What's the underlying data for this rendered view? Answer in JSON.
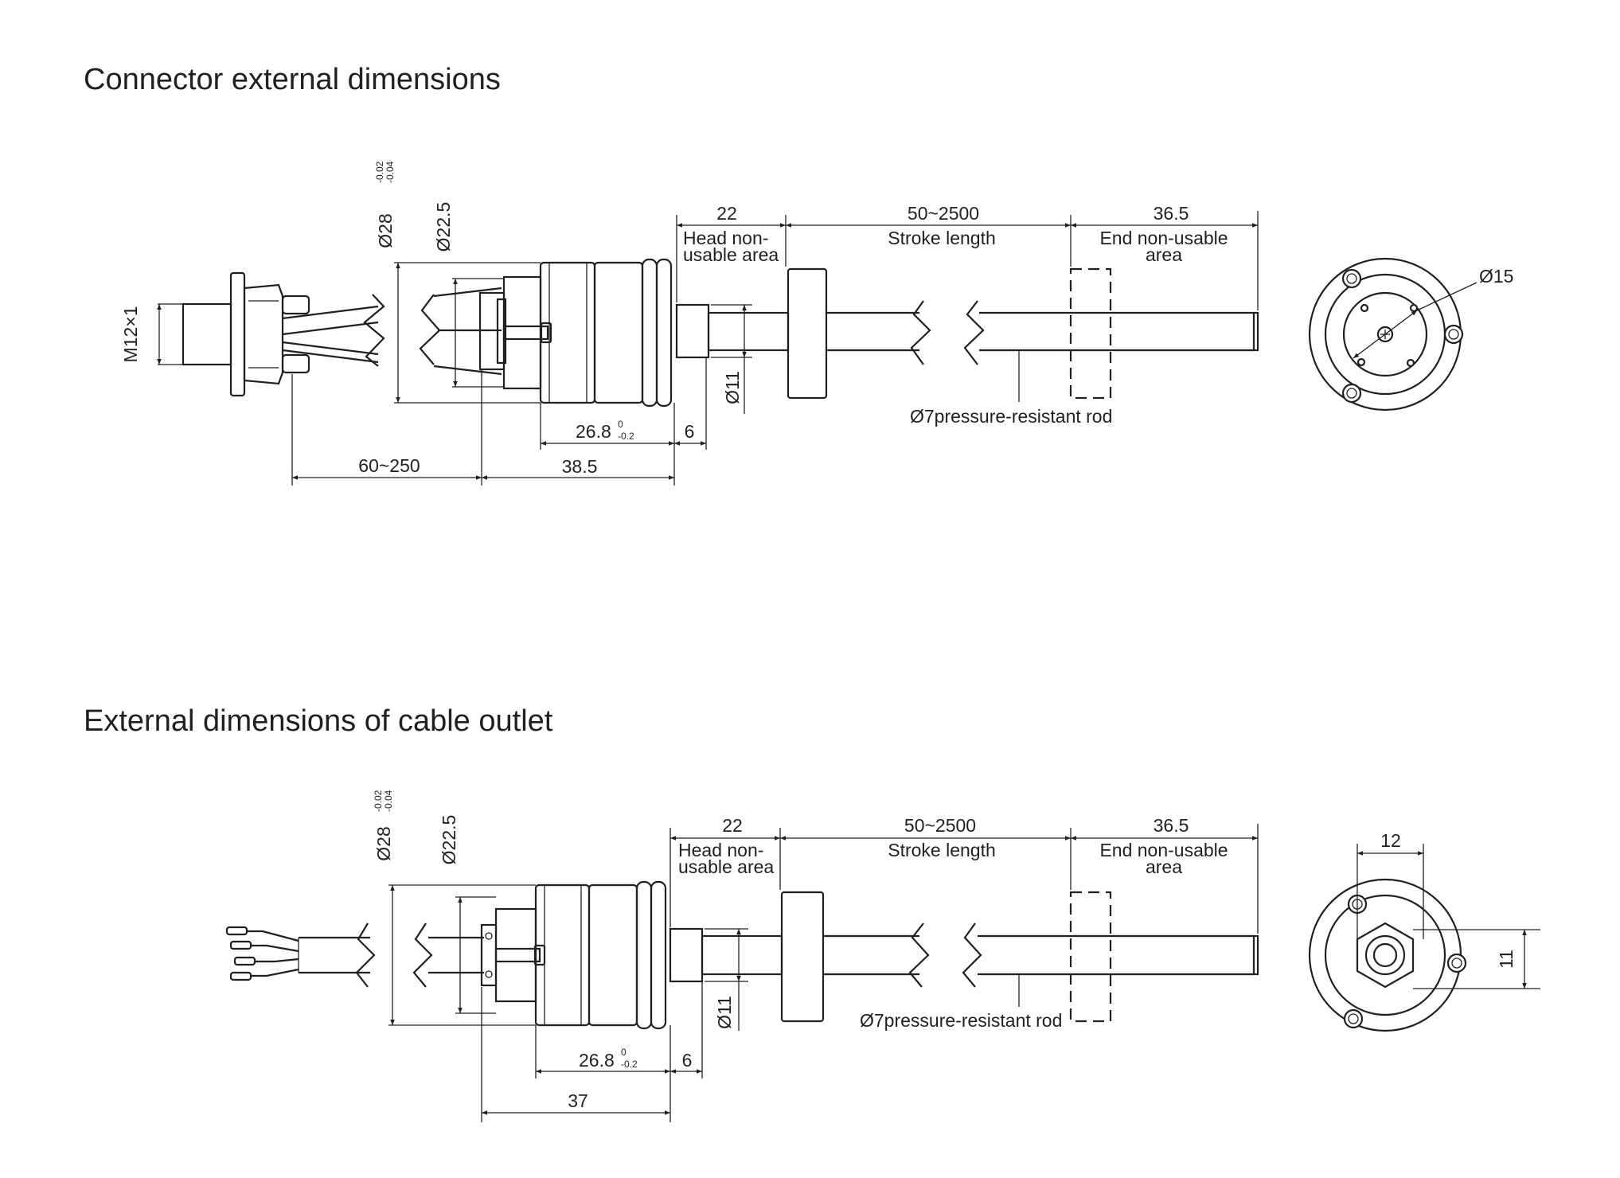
{
  "colors": {
    "ink": "#231f20",
    "background": "#ffffff"
  },
  "top": {
    "title": "Connector external dimensions",
    "thread": "M12×1",
    "dia_outer": "Ø28",
    "dia_outer_tol_upper": "-0.02",
    "dia_outer_tol_lower": "-0.04",
    "dia_inner": "Ø22.5",
    "head_value": "22",
    "head_label_1": "Head non-",
    "head_label_2": "usable area",
    "stroke_value": "50~2500",
    "stroke_label": "Stroke length",
    "end_value": "36.5",
    "end_label_1": "End non-usable",
    "end_label_2": "area",
    "dia_15": "Ø15",
    "dia_11": "Ø11",
    "rod_label": "Ø7pressure-resistant rod",
    "len_268": "26.8",
    "tol_268_upper": "0",
    "tol_268_lower": "-0.2",
    "len_6": "6",
    "len_cable": "60~250",
    "len_385": "38.5"
  },
  "bottom": {
    "title": "External dimensions of cable outlet",
    "dia_outer": "Ø28",
    "dia_outer_tol_upper": "-0.02",
    "dia_outer_tol_lower": "-0.04",
    "dia_inner": "Ø22.5",
    "head_value": "22",
    "head_label_1": "Head non-",
    "head_label_2": "usable area",
    "stroke_value": "50~2500",
    "stroke_label": "Stroke length",
    "end_value": "36.5",
    "end_label_1": "End non-usable",
    "end_label_2": "area",
    "dim_12": "12",
    "dim_11_side": "11",
    "dia_11": "Ø11",
    "rod_label": "Ø7pressure-resistant rod",
    "len_268": "26.8",
    "tol_268_upper": "0",
    "tol_268_lower": "-0.2",
    "len_6": "6",
    "len_37": "37"
  }
}
